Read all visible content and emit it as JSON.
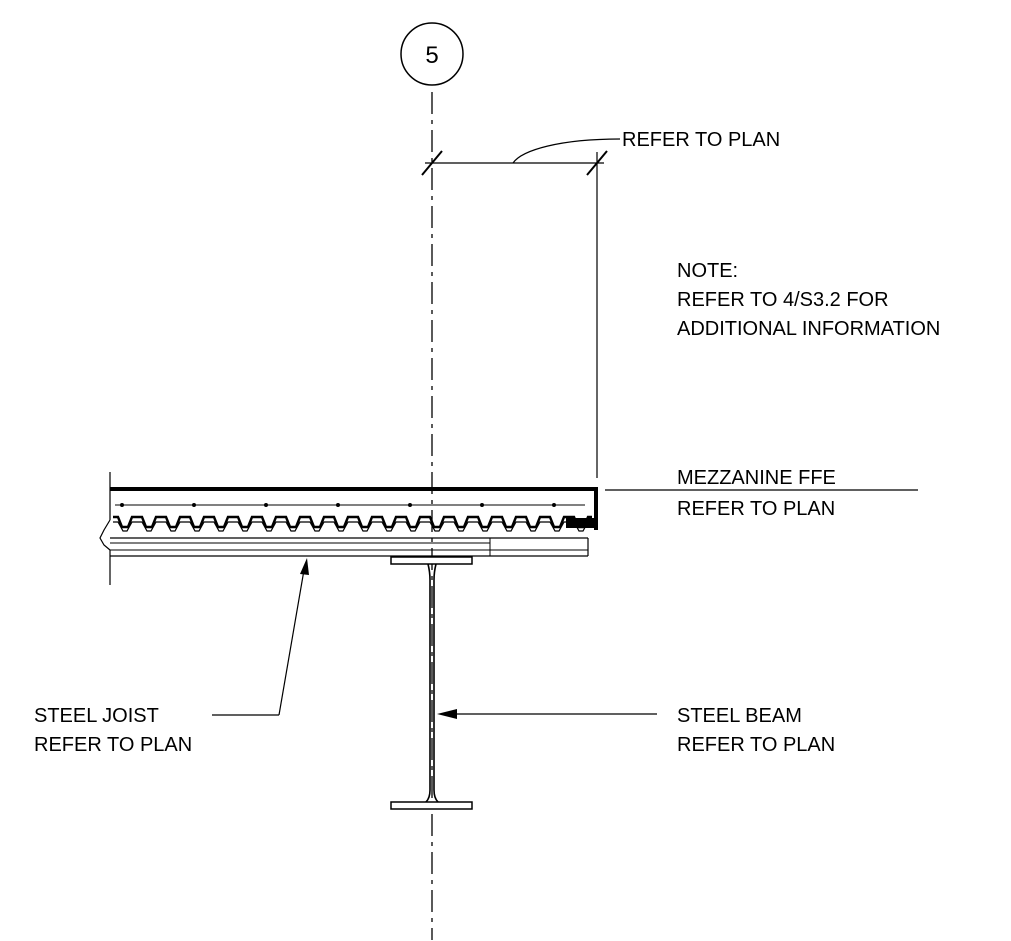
{
  "grid_bubble": {
    "label": "5"
  },
  "dimension": {
    "label": "REFER TO PLAN"
  },
  "note": {
    "heading": "NOTE:",
    "line1": "REFER TO 4/S3.2 FOR",
    "line2": "ADDITIONAL INFORMATION"
  },
  "level": {
    "name": "MEZZANINE FFE",
    "ref": "REFER TO PLAN"
  },
  "joist_callout": {
    "line1": "STEEL JOIST",
    "line2": "REFER TO PLAN"
  },
  "beam_callout": {
    "line1": "STEEL BEAM",
    "line2": "REFER TO PLAN"
  },
  "colors": {
    "ink": "#000000",
    "paper": "#ffffff"
  }
}
